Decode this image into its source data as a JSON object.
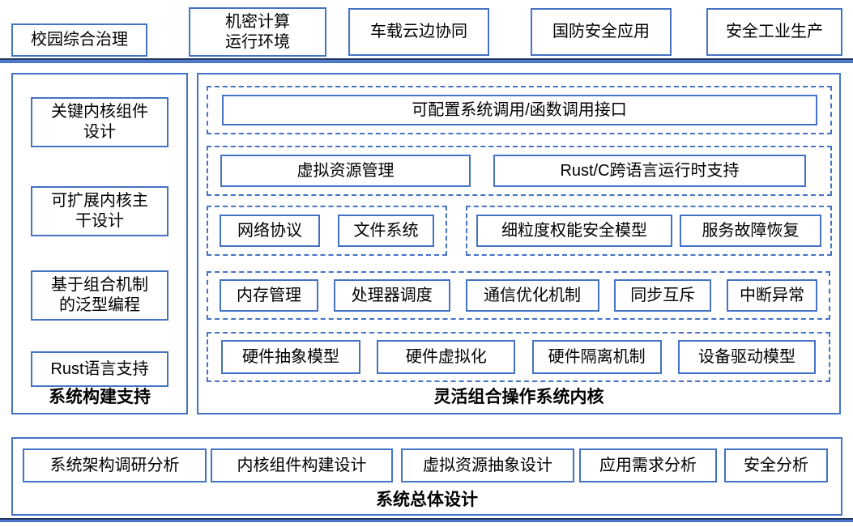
{
  "colors": {
    "accent": "#4472C4",
    "divider_dark": "#1F3864",
    "text": "#000000",
    "background": "#FFFFFF"
  },
  "top_row": {
    "boxes": [
      {
        "label": "校园综合治理"
      },
      {
        "label": "机密计算\n运行环境"
      },
      {
        "label": "车载云边协同"
      },
      {
        "label": "国防安全应用"
      },
      {
        "label": "安全工业生产"
      }
    ]
  },
  "left_panel": {
    "title": "系统构建支持",
    "boxes": [
      {
        "label": "关键内核组件\n设计"
      },
      {
        "label": "可扩展内核主\n干设计"
      },
      {
        "label": "基于组合机制\n的泛型编程"
      },
      {
        "label": "Rust语言支持"
      }
    ]
  },
  "kernel_panel": {
    "title": "灵活组合操作系统内核",
    "row1": {
      "boxes": [
        {
          "label": "可配置系统调用/函数调用接口"
        }
      ]
    },
    "row2": {
      "boxes": [
        {
          "label": "虚拟资源管理"
        },
        {
          "label": "Rust/C跨语言运行时支持"
        }
      ]
    },
    "row3a": {
      "boxes": [
        {
          "label": "网络协议"
        },
        {
          "label": "文件系统"
        }
      ]
    },
    "row3b": {
      "boxes": [
        {
          "label": "细粒度权能安全模型"
        },
        {
          "label": "服务故障恢复"
        }
      ]
    },
    "row4": {
      "boxes": [
        {
          "label": "内存管理"
        },
        {
          "label": "处理器调度"
        },
        {
          "label": "通信优化机制"
        },
        {
          "label": "同步互斥"
        },
        {
          "label": "中断异常"
        }
      ]
    },
    "row5": {
      "boxes": [
        {
          "label": "硬件抽象模型"
        },
        {
          "label": "硬件虚拟化"
        },
        {
          "label": "硬件隔离机制"
        },
        {
          "label": "设备驱动模型"
        }
      ]
    }
  },
  "bottom_panel": {
    "title": "系统总体设计",
    "boxes": [
      {
        "label": "系统架构调研分析"
      },
      {
        "label": "内核组件构建设计"
      },
      {
        "label": "虚拟资源抽象设计"
      },
      {
        "label": "应用需求分析"
      },
      {
        "label": "安全分析"
      }
    ]
  }
}
